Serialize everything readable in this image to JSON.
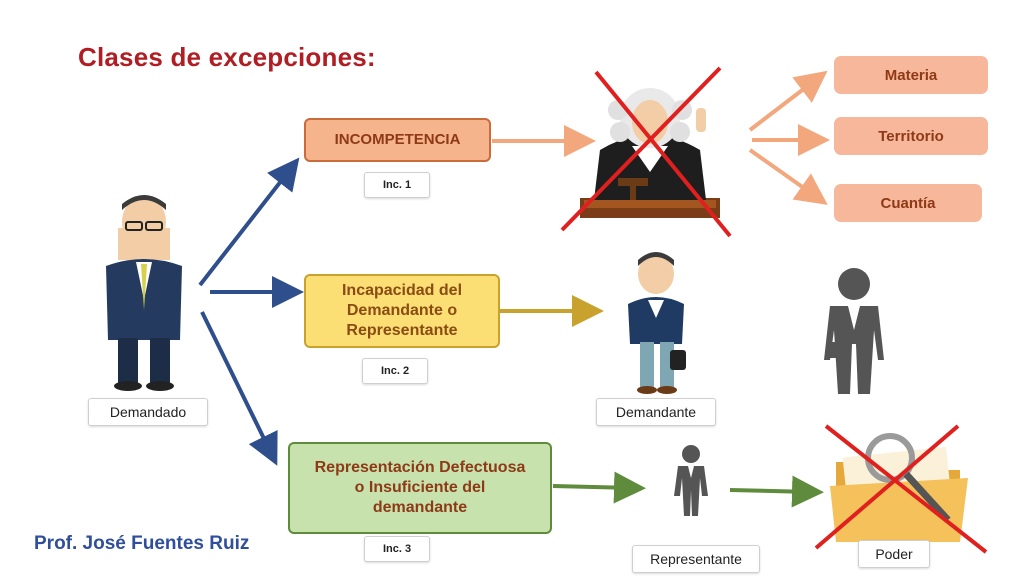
{
  "title": "Clases de excepciones:",
  "author": "Prof. José Fuentes Ruiz",
  "boxes": {
    "incompetencia": "INCOMPETENCIA",
    "incapacidad": "Incapacidad del Demandante o Representante",
    "representacion": "Representación Defectuosa o Insuficiente del demandante"
  },
  "tags": {
    "inc1": "Inc. 1",
    "inc2": "Inc. 2",
    "inc3": "Inc. 3"
  },
  "labels": {
    "demandado": "Demandado",
    "demandante": "Demandante",
    "representante": "Representante",
    "poder": "Poder"
  },
  "competence_factors": [
    "Materia",
    "Territorio",
    "Cuantía"
  ],
  "icons": {
    "defendant": "defendant-person-icon",
    "judge": "judge-icon",
    "plaintiff": "plaintiff-person-icon",
    "representative_silhouette": "representative-silhouette-icon",
    "representative_small": "representative-small-icon",
    "power_folder": "power-of-attorney-folder-icon",
    "cross": "red-cross-icon"
  },
  "colors": {
    "title": "#b01e23",
    "author": "#2f4e9c",
    "arrow_blue": "#2f4e8c",
    "arrow_orange": "#f2a77d",
    "arrow_yellow": "#c9a22d",
    "arrow_green": "#5e8c3c",
    "cross_red": "#e0201f"
  }
}
